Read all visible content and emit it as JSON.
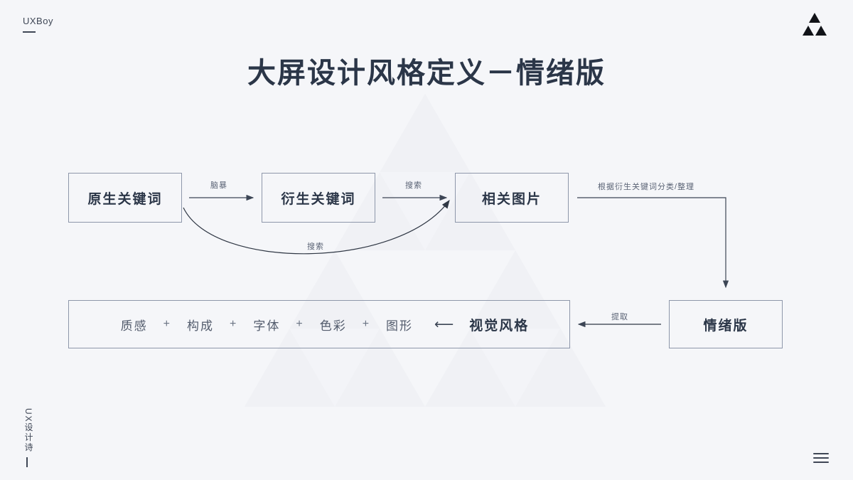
{
  "brand": {
    "top_label": "UXBoy",
    "bottom_label": "UX设计诗",
    "logo_icon": "triangle-logo-icon"
  },
  "title": "大屏设计风格定义－情绪版",
  "colors": {
    "background": "#f5f6f9",
    "watermark": "#eceef3",
    "title_text": "#2b3648",
    "node_border": "#8e97aa",
    "node_text": "#2b3648",
    "edge_label_text": "#5a6375",
    "connector": "#3c4555"
  },
  "diagram": {
    "nodes": [
      {
        "id": "original-keywords",
        "label": "原生关键词"
      },
      {
        "id": "derived-keywords",
        "label": "衍生关键词"
      },
      {
        "id": "related-images",
        "label": "相关图片"
      },
      {
        "id": "mood-board",
        "label": "情绪版"
      }
    ],
    "style_box": {
      "terms": [
        "质感",
        "构成",
        "字体",
        "色彩",
        "图形"
      ],
      "plus": "+",
      "arrow": "⟵",
      "result": "视觉风格"
    },
    "edges": [
      {
        "id": "original-to-derived",
        "label": "脑暴"
      },
      {
        "id": "derived-to-images",
        "label": "搜索"
      },
      {
        "id": "original-to-images-curve",
        "label": "搜索"
      },
      {
        "id": "images-to-mood",
        "label": "根据衍生关键词分类/整理"
      },
      {
        "id": "mood-to-style",
        "label": "提取"
      }
    ]
  },
  "footer": {
    "menu_icon": "hamburger-menu-icon"
  }
}
